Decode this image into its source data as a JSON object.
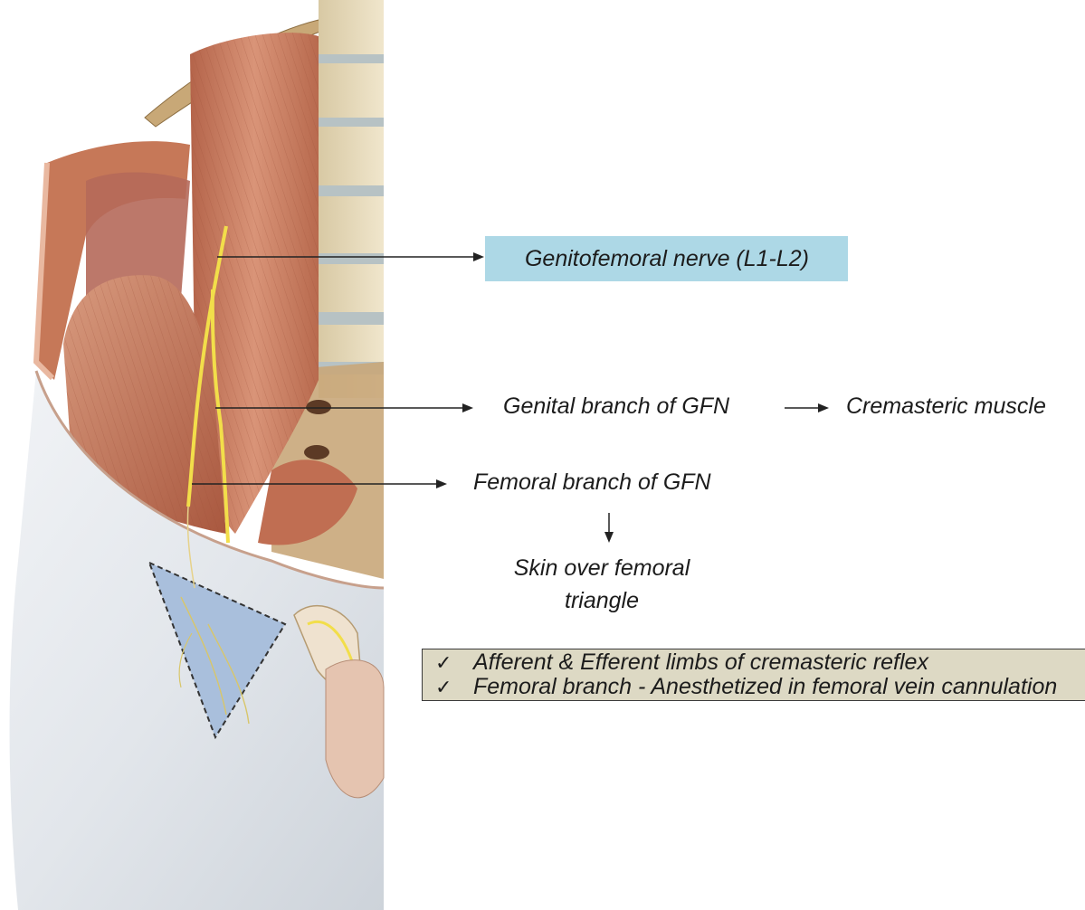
{
  "labels": {
    "genitofemoral_nerve": "Genitofemoral nerve (L1-L2)",
    "genital_branch": "Genital branch of GFN",
    "cremasteric_muscle": "Cremasteric muscle",
    "femoral_branch": "Femoral branch of GFN",
    "skin_over_femoral_triangle": "Skin over femoral triangle"
  },
  "notes": [
    {
      "check": "✓",
      "text": "Afferent & Efferent limbs of cremasteric reflex"
    },
    {
      "check": "✓",
      "text": "Femoral branch - Anesthetized in femoral vein cannulation"
    }
  ],
  "colors": {
    "highlight_box": "#add8e6",
    "note_box": "#ddd9c4",
    "muscle": "#c97a5a",
    "nerve": "#f2de4a",
    "fascia": "#e3e7ec",
    "femoral_triangle": "#a9bfdc"
  }
}
